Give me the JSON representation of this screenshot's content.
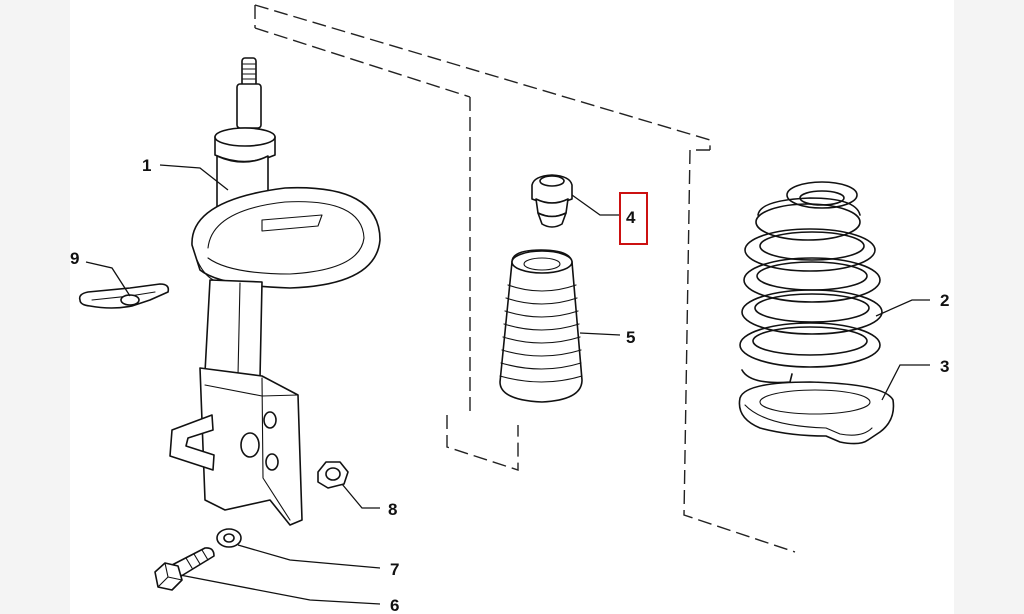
{
  "callouts": [
    {
      "id": "1",
      "label": "1"
    },
    {
      "id": "2",
      "label": "2"
    },
    {
      "id": "3",
      "label": "3"
    },
    {
      "id": "4",
      "label": "4",
      "highlighted": true
    },
    {
      "id": "5",
      "label": "5"
    },
    {
      "id": "6",
      "label": "6"
    },
    {
      "id": "7",
      "label": "7"
    },
    {
      "id": "8",
      "label": "8"
    },
    {
      "id": "9",
      "label": "9"
    }
  ],
  "colors": {
    "line": "#111111",
    "highlight": "#cc1111",
    "background": "#ffffff",
    "margin": "#f4f4f4"
  }
}
